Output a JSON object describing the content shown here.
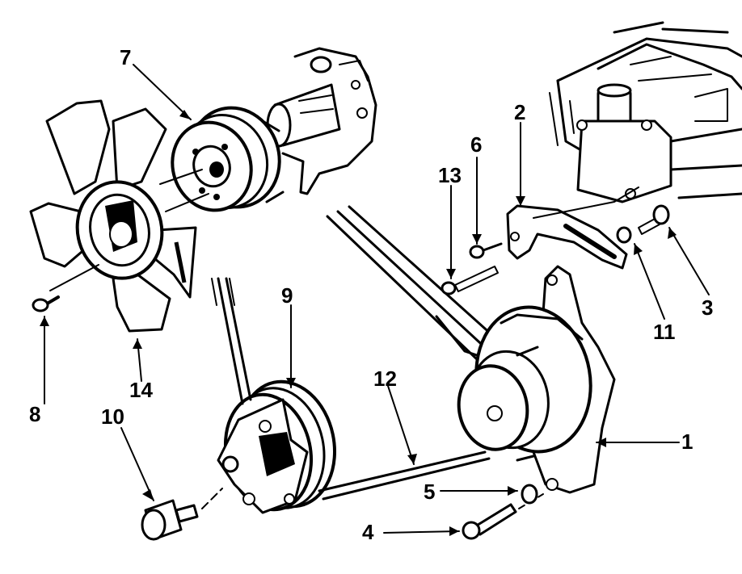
{
  "diagram": {
    "callouts": [
      {
        "id": "fan",
        "label": "14"
      },
      {
        "id": "fan-bolt",
        "label": "8"
      },
      {
        "id": "fan-pulley",
        "label": "7"
      },
      {
        "id": "crank-pulley",
        "label": "9"
      },
      {
        "id": "crank-bolt",
        "label": "10"
      },
      {
        "id": "v-belt",
        "label": "12"
      },
      {
        "id": "alternator",
        "label": "1"
      },
      {
        "id": "adjust-brace",
        "label": "2"
      },
      {
        "id": "brace-bolt",
        "label": "3"
      },
      {
        "id": "pivot-bolt",
        "label": "4"
      },
      {
        "id": "pivot-washer",
        "label": "5"
      },
      {
        "id": "brace-small-bolt",
        "label": "6"
      },
      {
        "id": "brace-long-bolt",
        "label": "13"
      },
      {
        "id": "brace-washer",
        "label": "11"
      }
    ]
  }
}
